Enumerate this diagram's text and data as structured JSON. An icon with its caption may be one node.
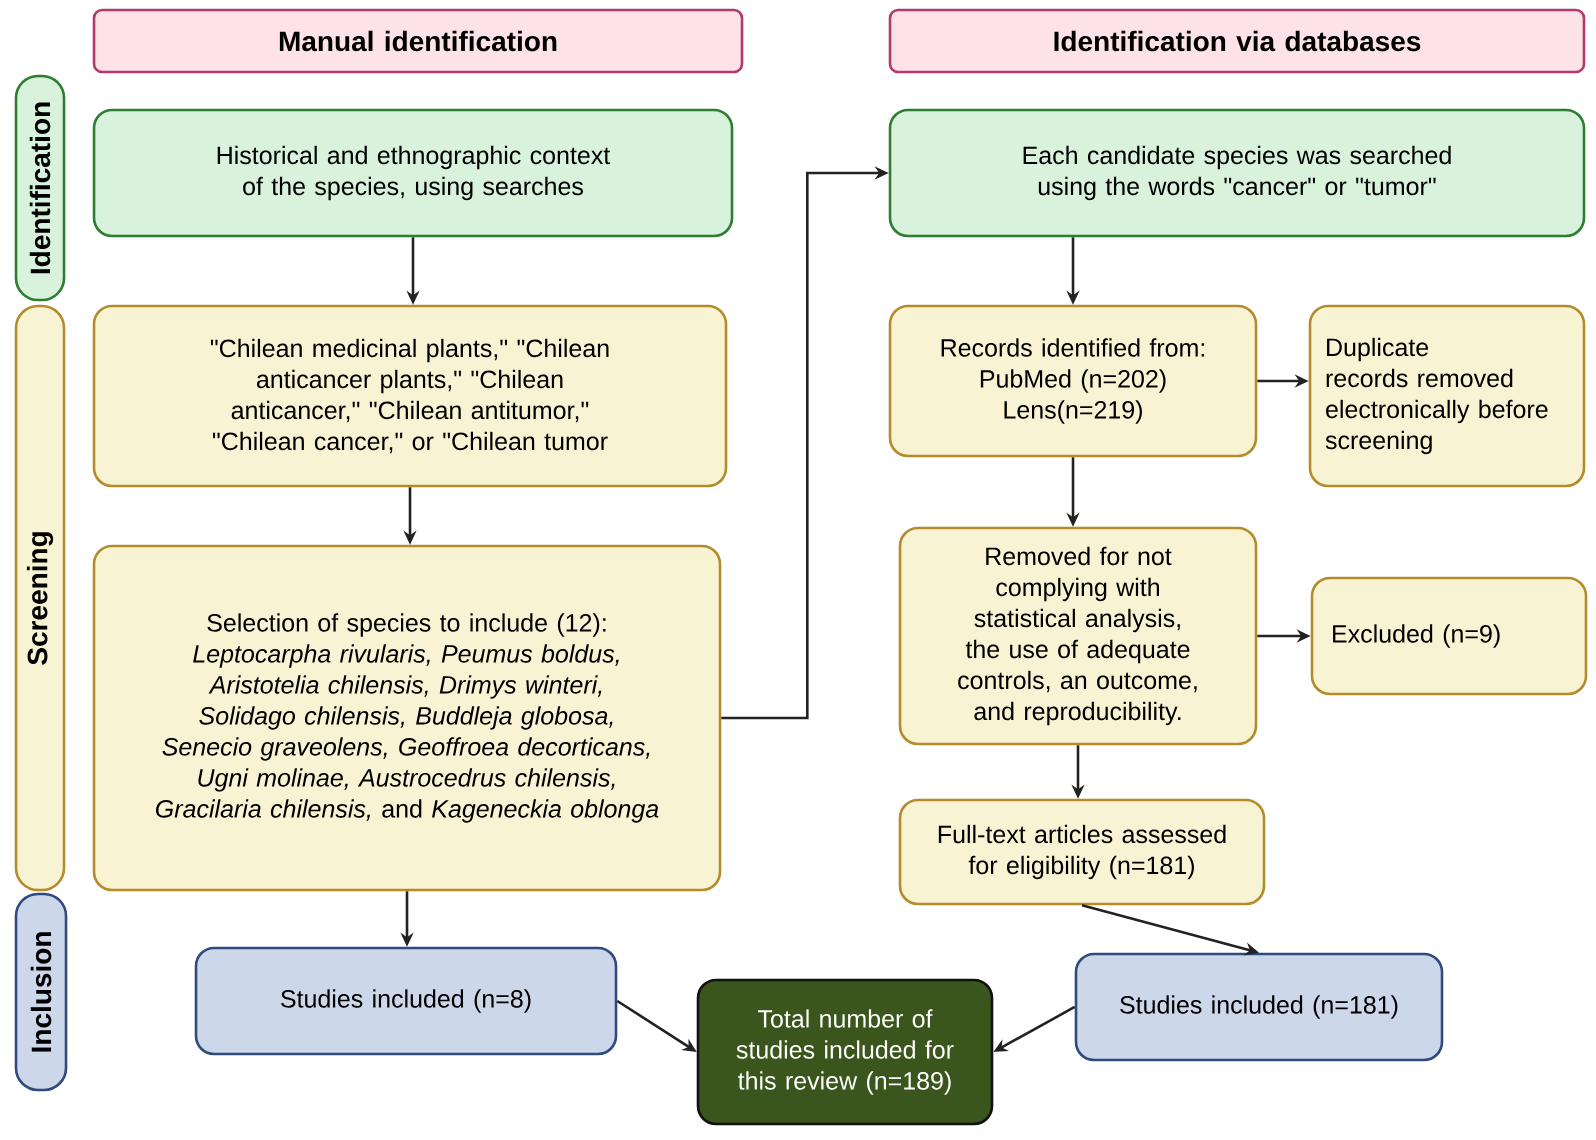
{
  "diagram": {
    "nodes": [
      {
        "text": [
          "Manual identification"
        ]
      },
      {
        "text": [
          "Identification via databases"
        ]
      },
      {
        "text": [
          "Identification"
        ]
      },
      {
        "text": [
          "Historical and ethnographic context of the species, using searches"
        ]
      },
      {
        "text": [
          "Each candidate species was searched using the words \"cancer\" or \"tumor\""
        ]
      },
      {
        "text": [
          "Screening"
        ]
      },
      {
        "text": [
          "\"Chilean medicinal plants,\" \"Chilean anticancer plants,\" \"Chilean anticancer,\" \"Chilean antitumor,\" \"Chilean cancer,\" or \"Chilean tumor"
        ]
      },
      {
        "text": [
          "Records identified from:",
          "PubMed (n=202)",
          "Lens(n=219)"
        ]
      },
      {
        "text": [
          "Duplicate records removed electronically before screening"
        ]
      },
      {
        "text": [
          "Selection of species to include (12):",
          "*Leptocarpha rivularis, Peumus boldus, Aristotelia chilensis, Drimys winteri, Solidago chilensis, Buddleja globosa, Senecio graveolens, Geoffroea decorticans, Ugni molinae, Austrocedrus chilensis, Gracilaria chilensis,* and *Kageneckia oblonga*"
        ]
      },
      {
        "text": [
          "Removed for not complying with statistical analysis, the use of adequate controls, an outcome, and reproducibility."
        ]
      },
      {
        "text": [
          "Excluded (n=9)"
        ]
      },
      {
        "text": [
          "Full-text articles assessed for eligibility (n=181)"
        ]
      },
      {
        "text": [
          "Inclusion"
        ]
      },
      {
        "text": [
          "Studies included (n=8)"
        ]
      },
      {
        "text": [
          "Total number of studies included for this review (n=189)"
        ]
      },
      {
        "text": [
          "Studies included (n=181)"
        ]
      }
    ],
    "edges": [
      {
        "from": 3,
        "to": 6,
        "arrow": "to"
      },
      {
        "from": 6,
        "to": 9,
        "arrow": "to"
      },
      {
        "from": 9,
        "to": 4,
        "arrow": "to"
      },
      {
        "from": 4,
        "to": 7,
        "arrow": "to"
      },
      {
        "from": 7,
        "to": 8,
        "arrow": "to"
      },
      {
        "from": 7,
        "to": 10,
        "arrow": "to"
      },
      {
        "from": 10,
        "to": 11,
        "arrow": "to"
      },
      {
        "from": 10,
        "to": 12,
        "arrow": "to"
      },
      {
        "from": 12,
        "to": 16,
        "arrow": "to"
      },
      {
        "from": 9,
        "to": 14,
        "arrow": "to"
      },
      {
        "from": 14,
        "to": 15,
        "arrow": "to"
      },
      {
        "from": 16,
        "to": 15,
        "arrow": "to"
      }
    ]
  }
}
